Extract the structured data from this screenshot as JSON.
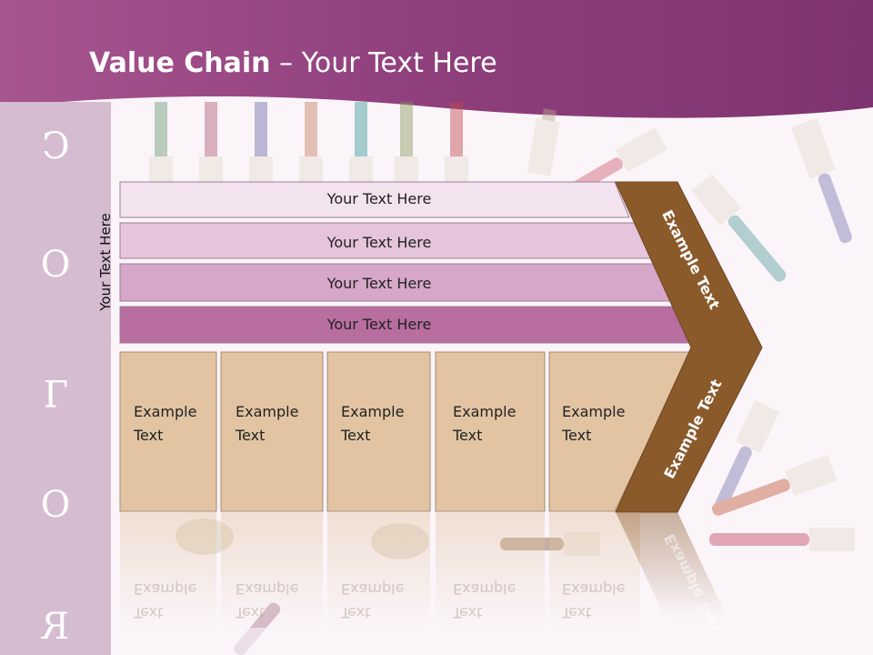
{
  "title": {
    "bold": "Value Chain",
    "rest": " – Your Text Here"
  },
  "sidebar": {
    "letters": [
      "C",
      "O",
      "L",
      "O",
      "R"
    ]
  },
  "vertical_label": "Your Text Here",
  "bars": [
    "Your Text Here",
    "Your Text Here",
    "Your Text Here",
    "Your Text Here"
  ],
  "boxes": [
    {
      "line1": "Example",
      "line2": "Text"
    },
    {
      "line1": "Example",
      "line2": "Text"
    },
    {
      "line1": "Example",
      "line2": "Text"
    },
    {
      "line1": "Example",
      "line2": "Text"
    },
    {
      "line1": "Example",
      "line2": "Text"
    }
  ],
  "chevron": {
    "upper": "Example Text",
    "lower": "Example Text"
  },
  "colors": {
    "header": "#8e3f7c",
    "sidebar": "#d5bcd0",
    "bar_shades": [
      "#f2e3ee",
      "#e5c4dc",
      "#d6a7c9",
      "#b86e9f"
    ],
    "box": "#e2c4a3",
    "chevron": "#8b5a2b"
  }
}
